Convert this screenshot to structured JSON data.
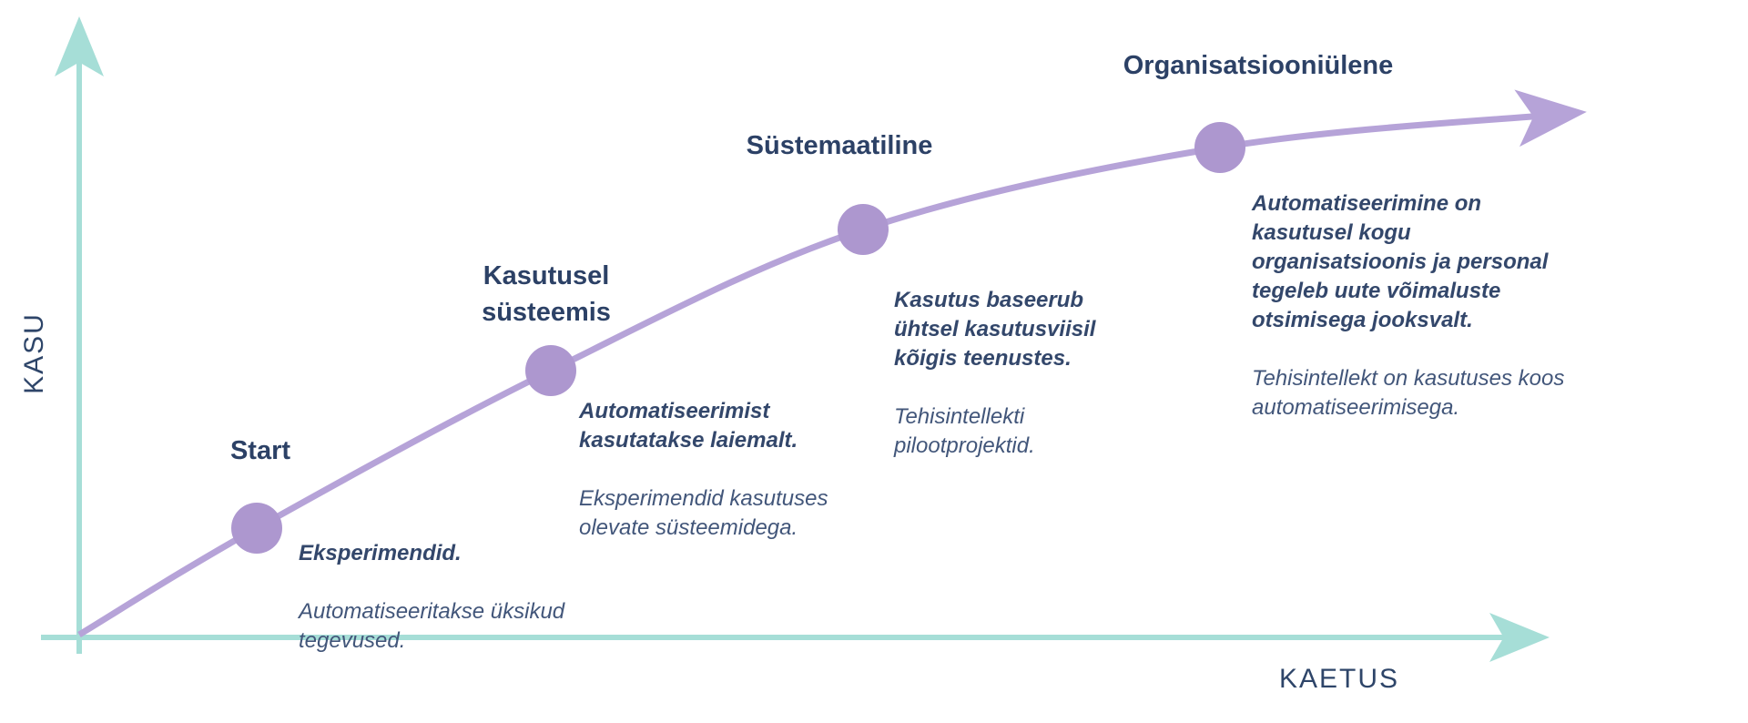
{
  "axes": {
    "y_label": "KASU",
    "x_label": "KAETUS"
  },
  "colors": {
    "axis_teal": "#a6ded7",
    "curve_purple": "#b6a3d8",
    "dot_purple": "#ad97cf",
    "heading_navy": "#2c4166",
    "body_navy": "#42567a"
  },
  "stages": [
    {
      "title": "Start",
      "lead": "Eksperimendid.",
      "rest": "Automatiseeritakse üksikud\ntegevused."
    },
    {
      "title": "Kasutusel\nsüsteemis",
      "lead": "Automatiseerimist\nkasutatakse laiemalt.",
      "rest": "Eksperimendid kasutuses\nolevate süsteemidega."
    },
    {
      "title": "Süstemaatiline",
      "lead": "Kasutus baseerub\nühtsel kasutusviisil\nkõigis teenustes.",
      "rest": "Tehisintellekti\npilootprojektid."
    },
    {
      "title": "Organisatsiooniülene",
      "lead": "Automatiseerimine on\nkasutusel kogu\norganisatsioonis ja personal\ntegeleb uute võimaluste\notsimisega jooksvalt.",
      "rest": "Tehisintellekt on kasutuses koos\nautomatiseerimisega."
    }
  ]
}
